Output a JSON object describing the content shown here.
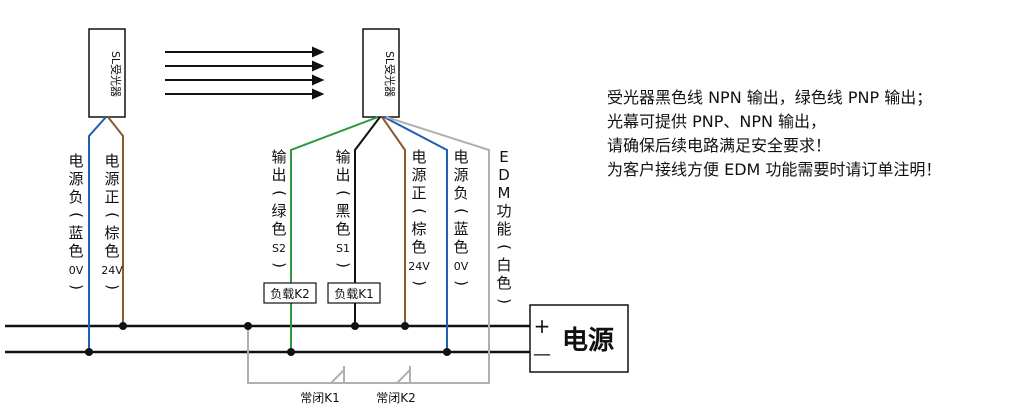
{
  "receiver_left": {
    "label": "SL受光器"
  },
  "receiver_right": {
    "label": "SL受光器"
  },
  "left_wires": {
    "neg": {
      "text1": "电源负",
      "text2": "蓝色",
      "text3": "0V"
    },
    "pos": {
      "text1": "电源正",
      "text2": "棕色",
      "text3": "24V"
    }
  },
  "right_wires": {
    "out_green": {
      "text1": "输出",
      "text2": "绿色",
      "tag": "S2"
    },
    "out_black": {
      "text1": "输出",
      "text2": "黑色",
      "tag": "S1"
    },
    "pos": {
      "text1": "电源正",
      "text2": "棕色",
      "text3": "24V"
    },
    "neg": {
      "text1": "电源负",
      "text2": "蓝色",
      "text3": "0V"
    },
    "edm": {
      "text1": "EDM功能",
      "text2": "白色"
    }
  },
  "loads": {
    "k2": "负载K2",
    "k1": "负载K1"
  },
  "contacts": {
    "k1": "常闭K1",
    "k2": "常闭K2"
  },
  "power": {
    "label": "电源",
    "plus": "+",
    "minus": "—"
  },
  "notes": [
    "受光器黑色线 NPN 输出，绿色线 PNP 输出；",
    "光幕可提供 PNP、NPN 输出，",
    "请确保后续电路满足安全要求！",
    "为客户接线方便 EDM 功能需要时请订单注明！"
  ],
  "colors": {
    "blue": "#1f5fb4",
    "brown": "#8a5a2b",
    "green": "#2e9a3e",
    "black": "#111111",
    "white_wire": "#b0b0b0"
  }
}
